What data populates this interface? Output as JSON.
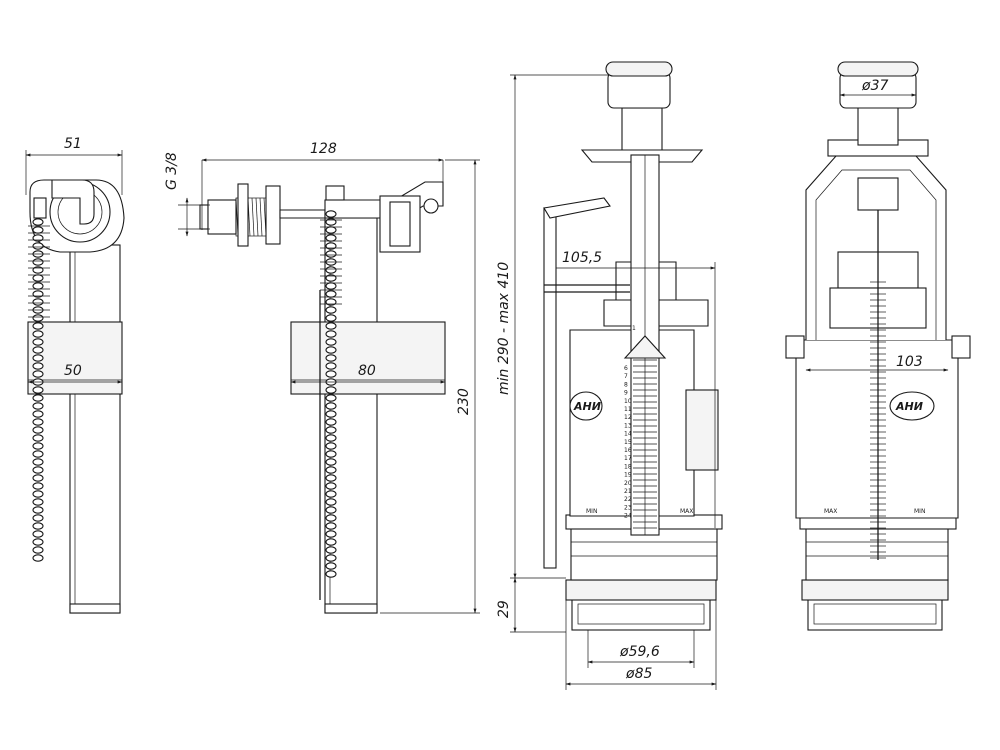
{
  "dimensions": {
    "d51": "51",
    "d50": "50",
    "d128": "128",
    "d80": "80",
    "dG": "G 3/8",
    "d230": "230",
    "d1055": "105,5",
    "drange": "min 290 - max 410",
    "d29": "29",
    "d596": "ø59,6",
    "d85": "ø85",
    "d37": "ø37",
    "d103": "103"
  },
  "labels": {
    "min_left": "MIN",
    "max_left": "MAX",
    "max_right": "MAX",
    "min_right": "MIN",
    "scale_top": "1",
    "logo_a": "АНИ",
    "logo_b": "АНИ"
  },
  "scale_numbers": [
    "6",
    "7",
    "8",
    "9",
    "10",
    "11",
    "12",
    "13",
    "14",
    "15",
    "16",
    "17",
    "18",
    "19",
    "20",
    "21",
    "22",
    "23",
    "24"
  ]
}
